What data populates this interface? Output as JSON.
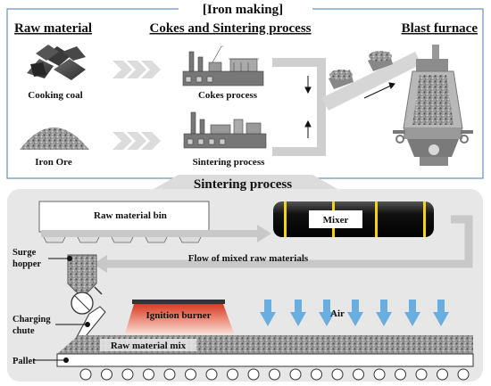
{
  "top_panel": {
    "title": "[Iron making]",
    "columns": {
      "raw_material": "Raw material",
      "cokes_sintering": "Cokes and Sintering process",
      "blast_furnace": "Blast furnace"
    },
    "items": {
      "cooking_coal": "Cooking coal",
      "iron_ore": "Iron Ore",
      "cokes_process": "Cokes process",
      "sintering_process": "Sintering process"
    }
  },
  "bottom_panel": {
    "title": "Sintering process",
    "labels": {
      "raw_material_bin": "Raw material bin",
      "mixer": "Mixer",
      "flow": "Flow of mixed raw materials",
      "surge_hopper_1": "Surge",
      "surge_hopper_2": "hopper",
      "charging_chute_1": "Charging",
      "charging_chute_2": "chute",
      "ignition_burner": "Ignition burner",
      "air": "Air",
      "raw_material_mix": "Raw material mix",
      "pallet": "Pallet"
    }
  },
  "colors": {
    "frame_blue": "#6c8dc2",
    "panel_gray": "#e7e7e7",
    "arrow_gray": "#c8c8c8",
    "air_blue": "#6aaee0",
    "burner_red": "#e0452a",
    "mixer_yellow": "#f2d21a"
  }
}
